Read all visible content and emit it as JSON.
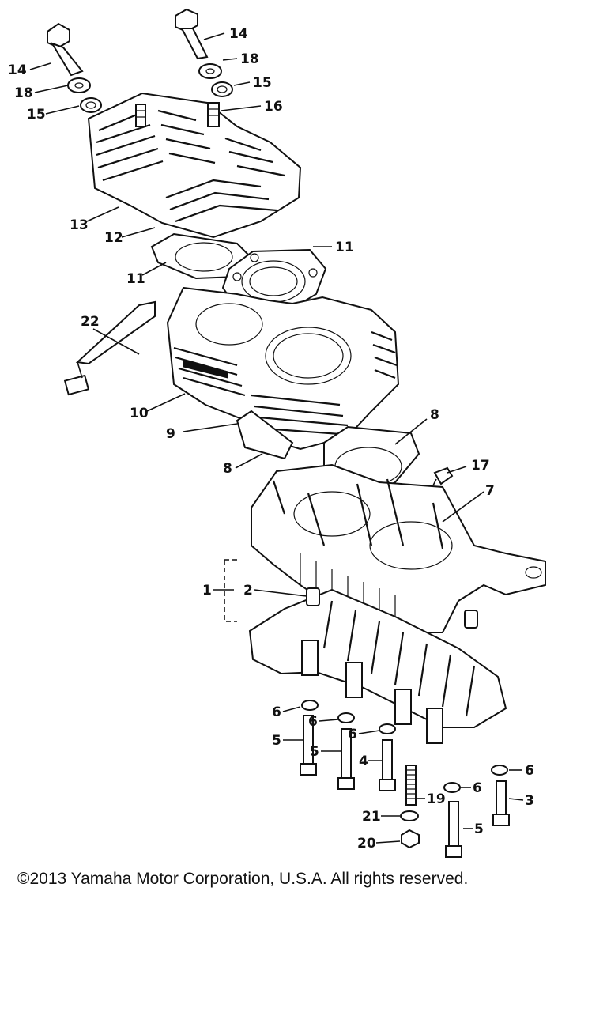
{
  "callouts": {
    "c1": "1",
    "c2": "2",
    "c3": "3",
    "c4": "4",
    "c5": "5",
    "c6": "6",
    "c7": "7",
    "c8": "8",
    "c9": "9",
    "c10": "10",
    "c11": "11",
    "c12": "12",
    "c13": "13",
    "c14": "14",
    "c15": "15",
    "c16": "16",
    "c17": "17",
    "c18": "18",
    "c19": "19",
    "c20": "20",
    "c21": "21",
    "c22": "22"
  },
  "footer": {
    "copyright": "©2013 Yamaha Motor Corporation, U.S.A. All rights reserved."
  }
}
